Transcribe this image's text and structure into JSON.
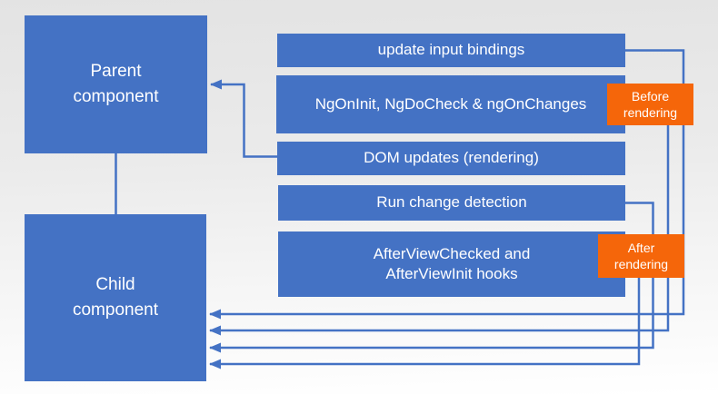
{
  "diagram": {
    "colors": {
      "node_fill_blue": "#4472C4",
      "connector_blue": "#4472C4",
      "badge_orange": "#F5660A",
      "text_white": "#FFFFFF",
      "background_top": "#E3E3E3",
      "background_bottom": "#FFFFFF"
    },
    "nodes": {
      "parent": {
        "label": "Parent\ncomponent"
      },
      "child": {
        "label": "Child\ncomponent"
      }
    },
    "steps": [
      {
        "label": "update input bindings"
      },
      {
        "label": "NgOnInit, NgDoCheck & ngOnChanges"
      },
      {
        "label": "DOM updates (rendering)"
      },
      {
        "label": "Run change detection"
      },
      {
        "label": "AfterViewChecked and\nAfterViewInit hooks"
      }
    ],
    "badges": [
      {
        "label": "Before\nrendering"
      },
      {
        "label": "After\nrendering"
      }
    ],
    "edges": [
      {
        "from": "DOM updates (rendering)",
        "to": "Parent component",
        "arrow": true
      },
      {
        "from": "Parent component",
        "to": "Child component",
        "arrow": false
      },
      {
        "from": "update input bindings",
        "to": "Child component",
        "arrow": true
      },
      {
        "from": "NgOnInit, NgDoCheck & ngOnChanges",
        "to": "Child component",
        "arrow": true
      },
      {
        "from": "Run change detection",
        "to": "Child component",
        "arrow": true
      },
      {
        "from": "AfterViewChecked and AfterViewInit hooks",
        "to": "Child component",
        "arrow": true
      }
    ]
  }
}
